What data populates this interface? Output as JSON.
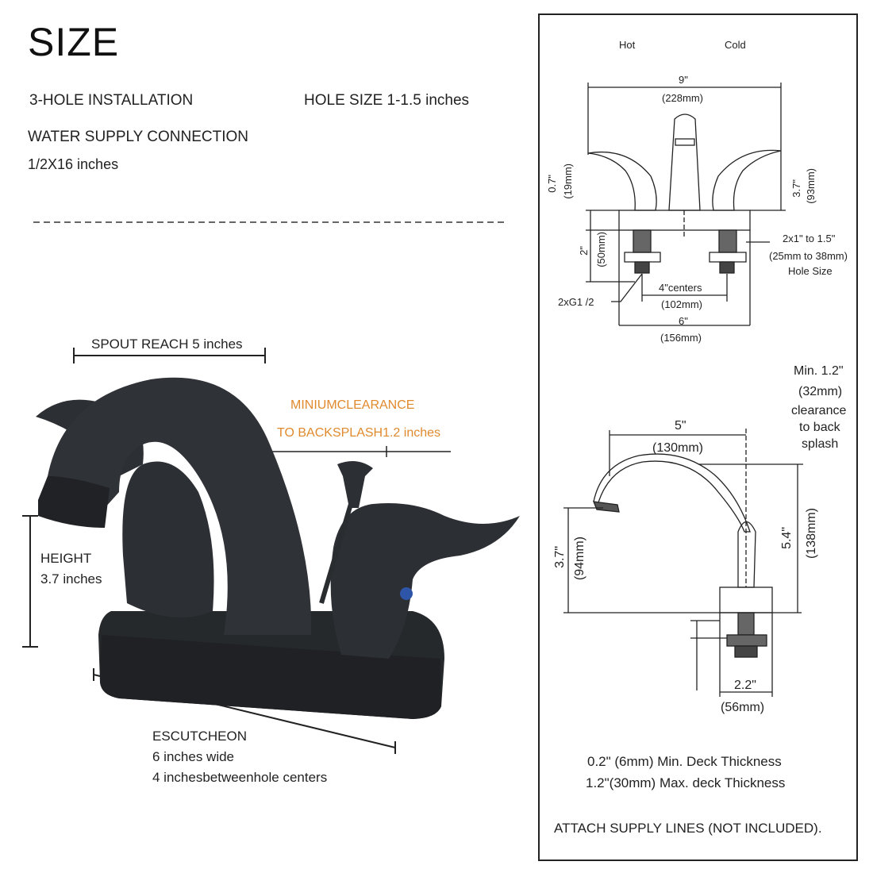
{
  "title": "SIZE",
  "specs": {
    "installation": "3-HOLE INSTALLATION",
    "hole_size": "HOLE SIZE 1-1.5 inches",
    "water_supply": "WATER SUPPLY CONNECTION",
    "water_supply_value": "1/2X16 inches"
  },
  "photo_labels": {
    "spout_reach": "SPOUT REACH 5 inches",
    "clearance_line1": "MINIUMCLEARANCE",
    "clearance_line2": "TO BACKSPLASH1.2 inches",
    "height_label": "HEIGHT",
    "height_value": "3.7 inches",
    "escutcheon_label": "ESCUTCHEON",
    "escutcheon_width": "6 inches wide",
    "escutcheon_centers": "4 inchesbetweenhole centers"
  },
  "front_view": {
    "hot": "Hot",
    "cold": "Cold",
    "width_in": "9\"",
    "width_mm": "(228mm)",
    "base_in": "0.7\"",
    "base_mm": "(19mm)",
    "handle_in": "3.7\"",
    "handle_mm": "(93mm)",
    "shank_in": "2\"",
    "shank_mm": "(50mm)",
    "hole_in": "2x1\" to 1.5\"",
    "hole_mm": "(25mm to 38mm)",
    "hole_label": "Hole Size",
    "centers_in": "4\"centers",
    "centers_mm": "(102mm)",
    "thread": "2xG1 /2",
    "deck_in": "6\"",
    "deck_mm": "(156mm)"
  },
  "side_view": {
    "clearance_l1": "Min. 1.2\"",
    "clearance_l2": "(32mm)",
    "clearance_l3": "clearance",
    "clearance_l4": "to back",
    "clearance_l5": "splash",
    "reach_in": "5\"",
    "reach_mm": "(130mm)",
    "spout_h_in": "3.7\"",
    "spout_h_mm": "(94mm)",
    "total_h_in": "5.4\"",
    "total_h_mm": "(138mm)",
    "base_in": "2.2\"",
    "base_mm": "(56mm)",
    "deck_min": "0.2\" (6mm) Min. Deck Thickness",
    "deck_max": "1.2\"(30mm) Max. deck Thickness"
  },
  "note": "ATTACH SUPPLY LINES (NOT INCLUDED)."
}
